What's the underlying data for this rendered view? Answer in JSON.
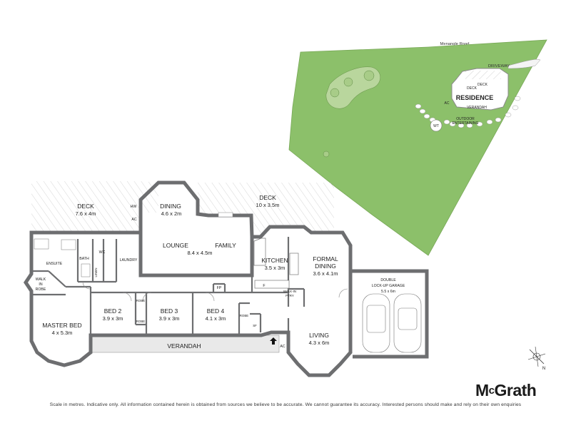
{
  "site_plan": {
    "road": "Menangle Road",
    "driveway": "DRIVEWAY",
    "residence": "RESIDENCE",
    "deck_left": "DECK",
    "deck_right": "DECK",
    "verandah": "VERANDAH",
    "ac": "AC",
    "outdoor_1": "OUTDOOR",
    "outdoor_2": "ENTERTAINING",
    "wt": "WT",
    "colors": {
      "lawn": "#8cc06a",
      "lawn_edge": "#7aae57"
    }
  },
  "rooms": {
    "deck_left": {
      "name": "DECK",
      "dim": "7.6 x 4m"
    },
    "hw": "HW",
    "ac_top": "AC",
    "dining": {
      "name": "DINING",
      "dim": "4.6 x 2m"
    },
    "deck_right": {
      "name": "DECK",
      "dim": "10 x 3.5m"
    },
    "lounge": "LOUNGE",
    "family": "FAMILY",
    "lounge_dim": "8.4 x 4.5m",
    "ensuite": "ENSUITE",
    "bath": "BATH",
    "wc": "WC",
    "linen": "LINEN",
    "laundry": "LAUNDRY",
    "kitchen": {
      "name": "KITCHEN",
      "dim": "3.5 x 3m"
    },
    "formal_dining": {
      "name1": "FORMAL",
      "name2": "DINING",
      "dim": "3.6 x 4.1m"
    },
    "walk_in_robe": {
      "l1": "WALK",
      "l2": "IN",
      "l3": "ROBE"
    },
    "fridge": "F",
    "walk_in_pantry": {
      "l1": "WALK-IN",
      "l2": "PTRY"
    },
    "fp": "FP",
    "garage": {
      "l1": "DOUBLE",
      "l2": "LOCK-UP GARAGE",
      "dim": "5.5 x 6m"
    },
    "bed2": {
      "name": "BED 2",
      "dim": "3.9 x 3m"
    },
    "bed3": {
      "name": "BED 3",
      "dim": "3.9 x 3m"
    },
    "bed4": {
      "name": "BED 4",
      "dim": "4.1 x 3m"
    },
    "robe": "ROBE",
    "sf": "SF",
    "master": {
      "name": "MASTER BED",
      "dim": "4 x 5.3m"
    },
    "verandah": "VERANDAH",
    "living": {
      "name": "LIVING",
      "dim": "4.3 x 6m"
    },
    "ac_bottom": "AC"
  },
  "compass": "N",
  "brand": {
    "part1": "M",
    "part2": "c",
    "part3": "Grath"
  },
  "disclaimer": "Scale in metres. Indicative only. All information contained herein is obtained from sources we believe to be accurate. We cannot guarantee its accuracy. Interested persons should make and rely on their own enquiries",
  "colors": {
    "wall": "#6d6e70",
    "deck_hatch": "#c9c9c9",
    "verandah_fill": "#e9e9e9"
  }
}
